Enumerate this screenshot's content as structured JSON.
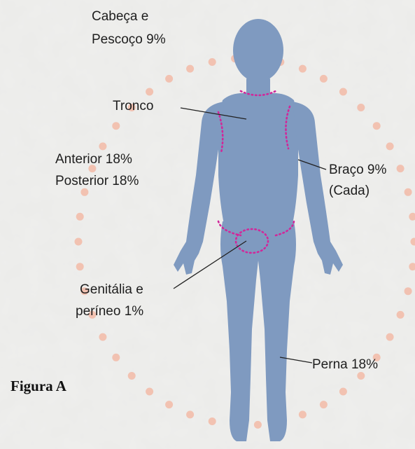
{
  "labels": {
    "head_line1": "Cabeça e",
    "head_line2": "Pescoço 9%",
    "trunk": "Tronco",
    "anterior": "Anterior 18%",
    "posterior": "Posterior 18%",
    "arm_line1": "Braço 9%",
    "arm_line2": "(Cada)",
    "genital_line1": "Genitália e",
    "genital_line2": "períneo 1%",
    "leg": "Perna 18%"
  },
  "caption": "Figura A",
  "colors": {
    "background": "#ebebe9",
    "body": "#7f9ac0",
    "dashed_outline": "#d0289a",
    "dot_ring": "#f2b6a3",
    "leader_line": "#222222"
  }
}
